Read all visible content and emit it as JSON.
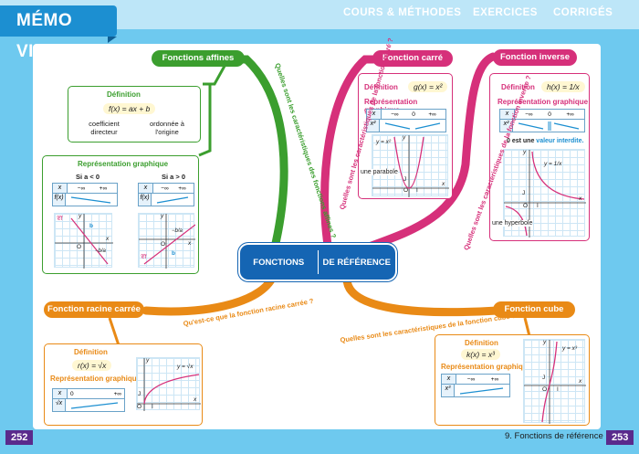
{
  "header": {
    "memo": "MÉMO VISUEL",
    "nav": [
      "COURS & MÉTHODES",
      "EXERCICES",
      "CORRIGÉS"
    ]
  },
  "center": {
    "left": "FONCTIONS",
    "right": "DE RÉFÉRENCE"
  },
  "affines": {
    "title": "Fonctions affines",
    "def_title": "Définition",
    "formula": "f(x) = ax + b",
    "coef": "coefficient directeur",
    "ordo": "ordonnée à l'origine",
    "rep_title": "Représentation graphique",
    "neg": "Si a < 0",
    "pos": "Si a > 0",
    "row_x": "x",
    "row_f": "f(x)",
    "minf": "−∞",
    "pinf": "+∞",
    "cf": "𝒞f",
    "b": "b",
    "o": "O",
    "y": "y",
    "xaxis": "x",
    "frac_neg": "−b/a",
    "question": "Quelles sont les caractéristiques des fonctions affines ?"
  },
  "carre": {
    "title": "Fonction carré",
    "def_title": "Définition",
    "formula": "g(x) = x²",
    "rep_title": "Représentation graphique",
    "row_x": "x",
    "row_f": "x²",
    "minf": "−∞",
    "zero": "0",
    "pinf": "+∞",
    "curve_label": "y = x²",
    "parabole": "une parabole",
    "o": "O",
    "i": "I",
    "j": "J",
    "y": "y",
    "xaxis": "x",
    "question": "Quelles sont les caractéristiques de la fonction carré ?"
  },
  "inverse": {
    "title": "Fonction inverse",
    "def_title": "Définition",
    "formula": "h(x) = 1/x",
    "rep_title": "Représentation graphique",
    "row_x": "x",
    "row_f": "x²",
    "minf": "−∞",
    "zero": "0",
    "pinf": "+∞",
    "forbidden_prefix": "0 est une ",
    "forbidden": "valeur interdite.",
    "curve_label": "y = 1/x",
    "hyperbole": "une hyperbole",
    "o": "O",
    "i": "I",
    "j": "J",
    "y": "y",
    "xaxis": "x",
    "question": "Quelles sont les caractéristiques de la fonction inverse ?"
  },
  "racine": {
    "title": "Fonction racine carrée",
    "def_title": "Définition",
    "formula": "r(x) = √x",
    "rep_title": "Représentation graphique",
    "row_x": "x",
    "row_f": "√x",
    "zero": "0",
    "pinf": "+∞",
    "curve_label": "y = √x",
    "o": "O",
    "i": "I",
    "j": "J",
    "y": "y",
    "xaxis": "x",
    "question": "Qu'est-ce que la fonction racine carrée ?"
  },
  "cube": {
    "title": "Fonction cube",
    "def_title": "Définition",
    "formula": "k(x) = x³",
    "rep_title": "Représentation graphique",
    "row_x": "x",
    "row_f": "x³",
    "minf": "−∞",
    "pinf": "+∞",
    "curve_label": "y = x³",
    "o": "O",
    "i": "I",
    "j": "J",
    "y": "y",
    "xaxis": "x",
    "question": "Quelles sont les caractéristiques de la fonction cube ?"
  },
  "footer": {
    "left_page": "252",
    "chapter": "9. Fonctions de référence",
    "right_page": "253"
  },
  "colors": {
    "green": "#3b9e2e",
    "pink": "#d6307a",
    "orange": "#e98a16",
    "blue": "#1565b3"
  }
}
